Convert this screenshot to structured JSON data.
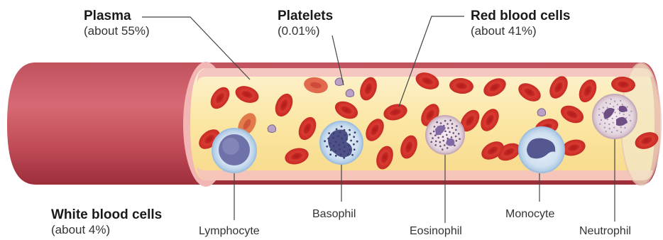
{
  "labels": {
    "plasma": {
      "title": "Plasma",
      "sub": "(about 55%)"
    },
    "platelets": {
      "title": "Platelets",
      "sub": "(0.01%)"
    },
    "red_blood_cells": {
      "title": "Red blood cells",
      "sub": "(about 41%)"
    },
    "white_blood_cells": {
      "title": "White blood cells",
      "sub": "(about 4%)"
    },
    "lymphocyte": "Lymphocyte",
    "basophil": "Basophil",
    "eosinophil": "Eosinophil",
    "monocyte": "Monocyte",
    "neutrophil": "Neutrophil"
  },
  "colors": {
    "vessel_wall": "#c9505e",
    "vessel_dark": "#9e2f3c",
    "plasma": "#fbe7a8",
    "red_cell": "#d6332b",
    "white_cell_membrane": "#c7dcef",
    "nucleus": "#5a5d95"
  }
}
